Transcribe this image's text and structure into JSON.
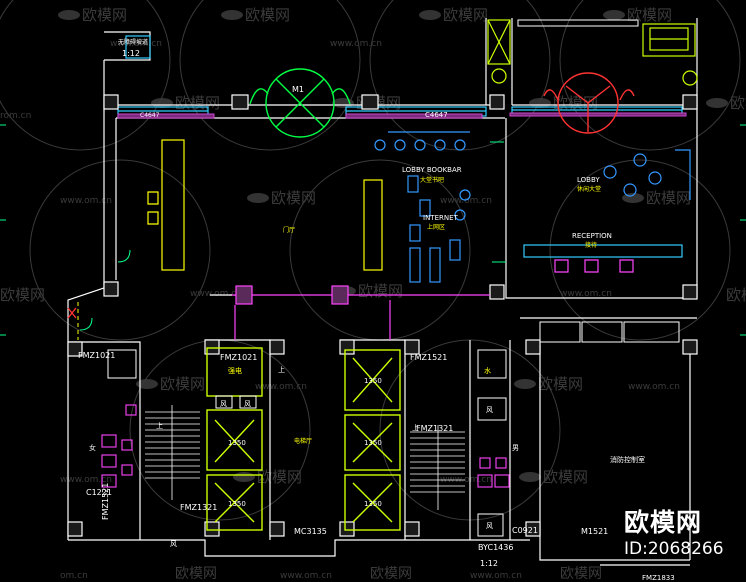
{
  "watermark": {
    "logo_text": "欧模网",
    "site": "www.om.cn",
    "site_short": "om.cn",
    "site_edge": "rom.cn"
  },
  "brand": {
    "logo_text": "欧模网",
    "id_text": "ID:2068266"
  },
  "labels": {
    "scale_top": "1:12",
    "scale_bottom": "1:12",
    "top_left_note": "无障碍坡道",
    "m1": "M1",
    "c4647": "C4647",
    "c4647_left": "C4647",
    "lobby_bookbar": "LOBBY BOOKBAR",
    "lobby_bookbar_cn": "大堂书吧",
    "internet": "INTERNET",
    "internet_cn": "上网区",
    "lobby": "LOBBY",
    "lobby_cn": "休闲大堂",
    "reception": "RECEPTION",
    "reception_cn": "接待",
    "foyer_cn": "门厅",
    "fmz1021_left": "FMZ1021",
    "fmz1021_mid": "FMZ1021",
    "fmz1521_right": "FMZ1521",
    "fmz1521_bl": "FMZ1521",
    "fmz1321_bl": "FMZ1321",
    "fmz1321_right": "FMZ1321",
    "c1221": "C1221",
    "mc3135": "MC3135",
    "byc1436": "BYC1436",
    "c0921": "C0921",
    "m1521": "M1521",
    "fmz1833": "FMZ1833",
    "elev_1350a": "1350",
    "elev_1350b": "1350",
    "elev_1350c": "1350",
    "elev_1350d": "1350",
    "elev_1350e": "1350",
    "fire_control_cn": "消防控制室",
    "female_cn": "女",
    "up_left": "上",
    "up_mid": "上",
    "up_right": "上",
    "elev_hall_cn": "电梯厅",
    "wind_a": "风",
    "wind_b": "风",
    "wind_c": "风",
    "wind_d": "风",
    "wind_e": "风",
    "water_cn": "水",
    "power_cn": "强电",
    "male_cn": "男"
  }
}
